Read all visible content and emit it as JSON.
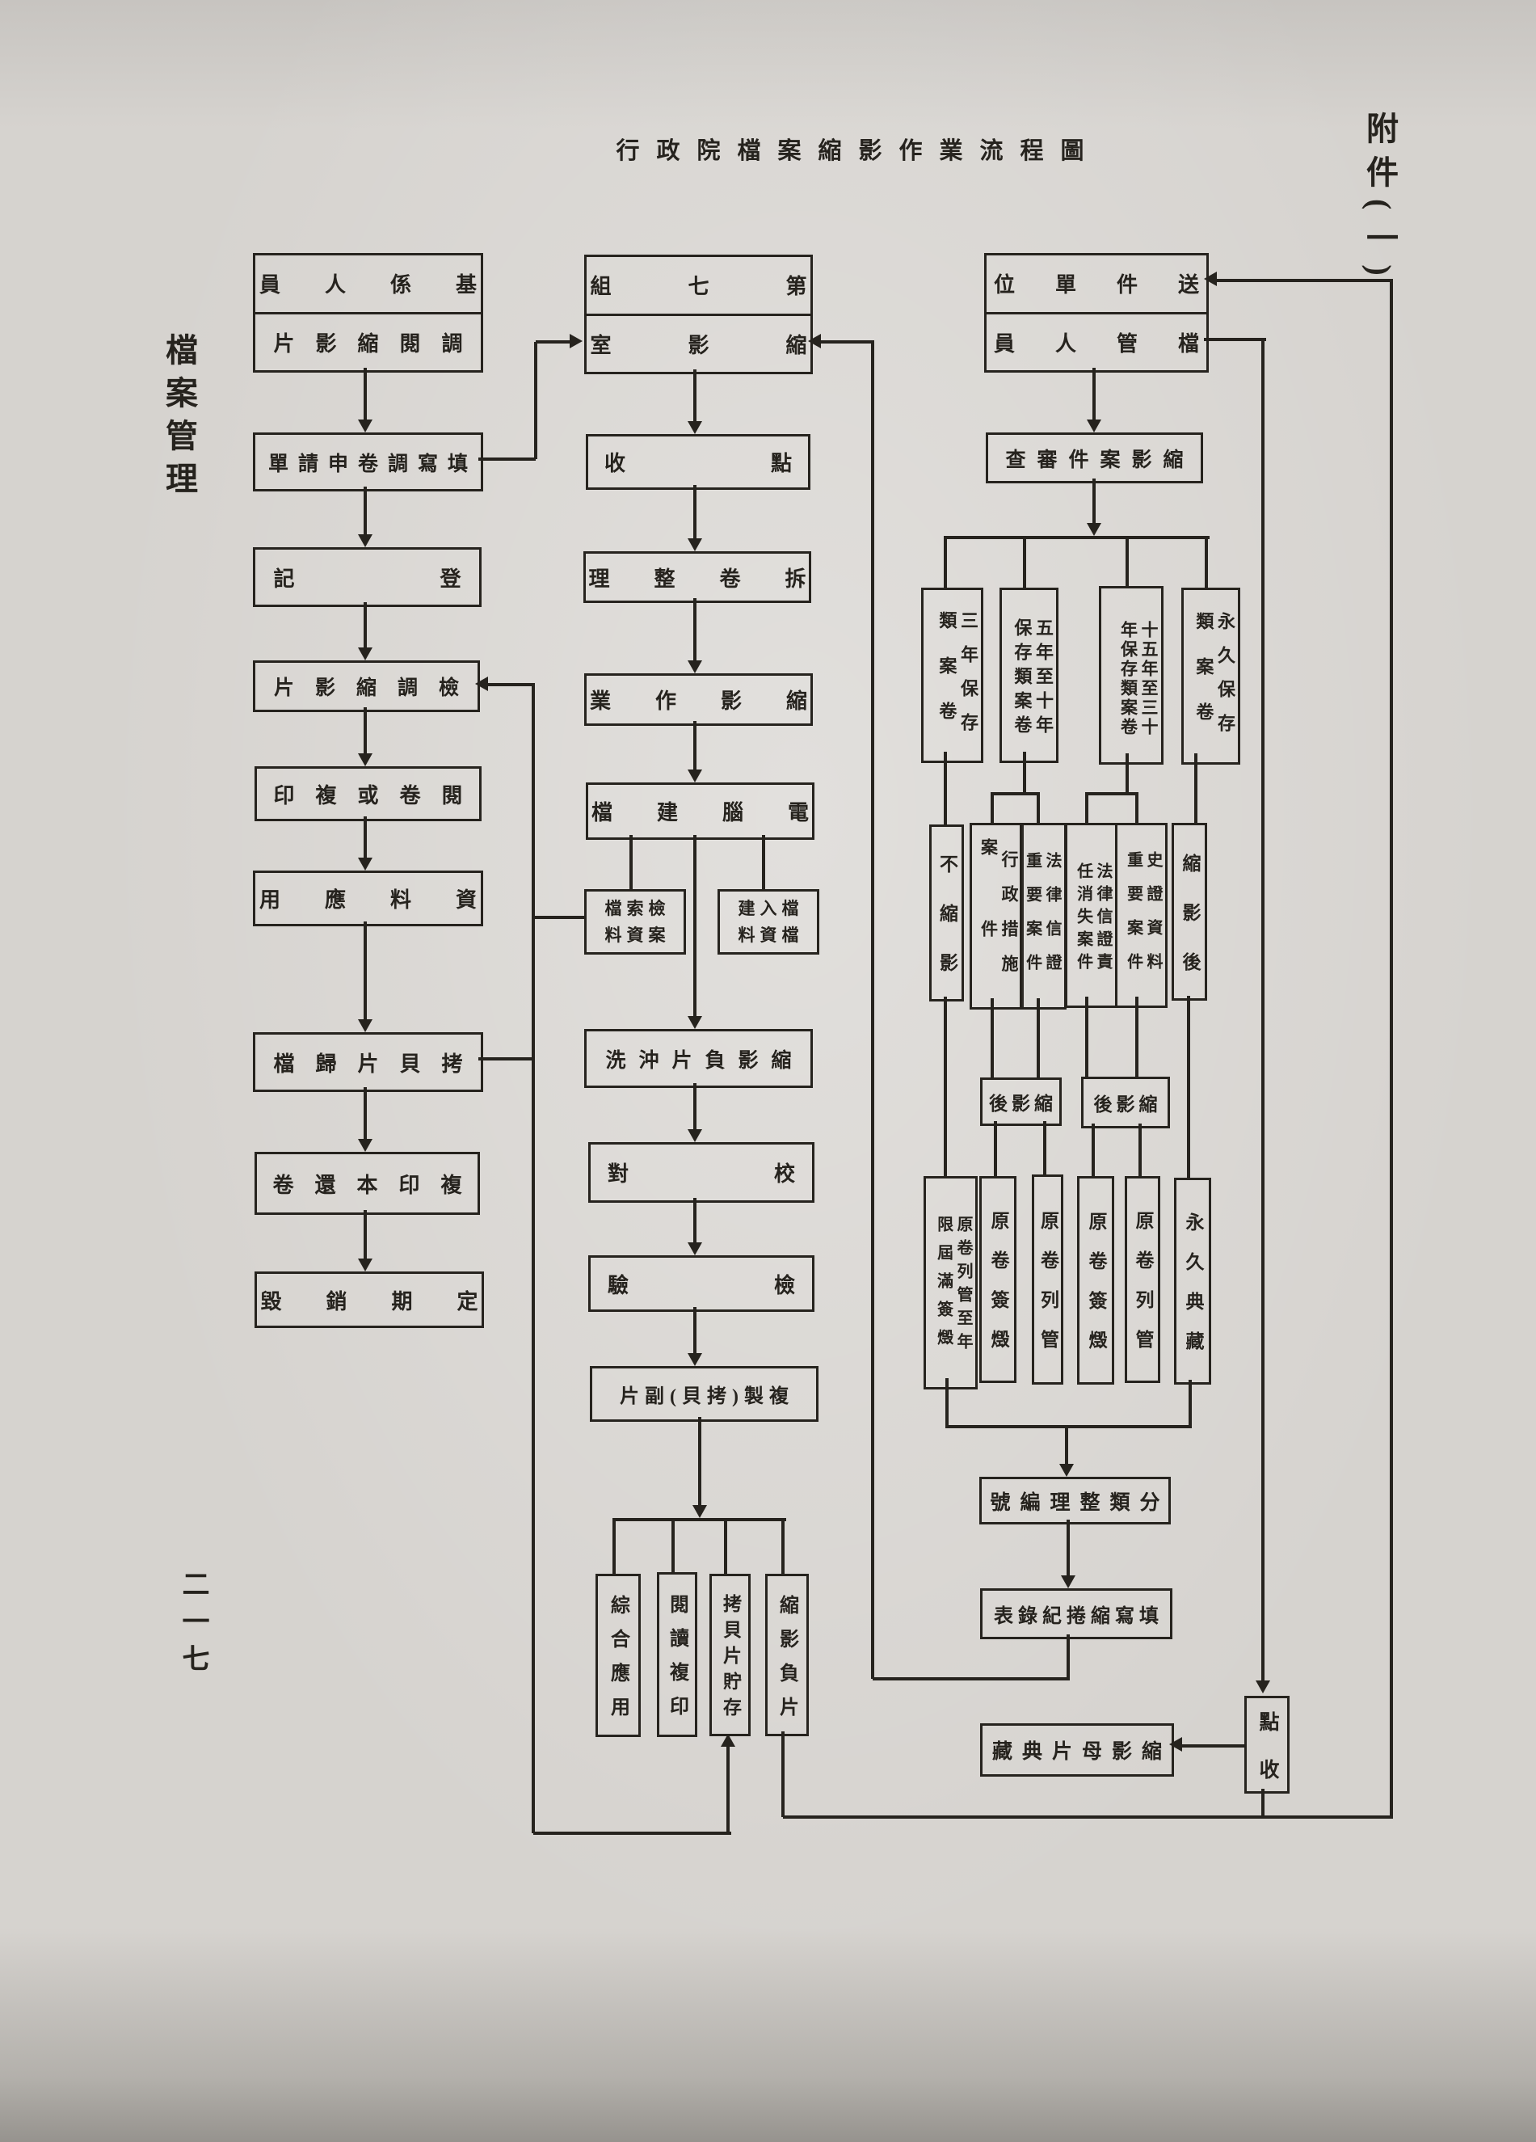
{
  "page": {
    "title": "行政院檔案縮影作業流程圖",
    "left_side_label": "檔案管理",
    "attachment_label": "附件(一)",
    "page_number": "二一七"
  },
  "colors": {
    "ink": "#26231e",
    "paper": "#d6d3cf"
  },
  "left_column": {
    "requester_box": {
      "row1": "員人係基",
      "row2": "片影縮閱調"
    },
    "fill_application": "單請申卷調寫填",
    "register": "記登",
    "retrieve_microfilm": "片影縮調檢",
    "read_or_copy": "印複或卷閱",
    "data_use": "用應料資",
    "copy_film_filing": "檔歸片貝拷",
    "copy_return": "卷還本印複",
    "scheduled_destruction": "毀銷期定"
  },
  "middle_column": {
    "unit_box": {
      "row1": "組七第",
      "row2": "室影縮"
    },
    "check_accept": "收點",
    "disassemble": "理整卷拆",
    "microfilming": "業作影縮",
    "computer_filing": "檔建腦電",
    "search_data": {
      "line1": "檔索檢",
      "line2": "料資案"
    },
    "input_data": {
      "line1": "建入檔",
      "line2": "料資檔"
    },
    "develop_negative": "洗沖片負影縮",
    "proofread": "對校",
    "inspect": "驗檢",
    "duplicate": "片副(貝拷)製複",
    "use_comprehensive": "綜合應用",
    "read_print": "閱讀複印",
    "copy_storage": "拷貝片貯存",
    "negative_film": "縮影負片"
  },
  "right_column": {
    "sender_box": {
      "row1": "位單件送",
      "row2": "員人管檔"
    },
    "review": "查審件案影縮",
    "retention": {
      "three_year": {
        "col_right": "三年保存",
        "col_left": "類案卷"
      },
      "five_to_ten": {
        "col_right": "五年至十年",
        "col_left": "保存類案卷"
      },
      "fifteen_to_thirty": {
        "col_right": "十五年至三十",
        "col_left": "年保存類案卷"
      },
      "permanent": {
        "col_right": "永久保存",
        "col_left": "類案卷"
      }
    },
    "criteria": {
      "no_microfilm": "不縮影",
      "admin_measure": {
        "col_right": "行政措施",
        "col_left": "案件"
      },
      "legal_evidence": {
        "col_right": "法律信證",
        "col_left": "重要案件"
      },
      "legal_lapsed": {
        "col_right": "法律信證責",
        "col_left": "任消失案件"
      },
      "historical": {
        "col_right": "史證資料",
        "col_left": "重要案件"
      }
    },
    "after_microfilm_left": "後影縮",
    "after_microfilm_right": "後影縮",
    "after_microfilm_vertical": "縮影後",
    "disposition": {
      "keep_until_expiry": {
        "col_right": "原卷列管至年",
        "col_left": "限屆滿簽燬"
      },
      "destroy1": "原卷簽燬",
      "keep1": "原卷列管",
      "destroy2": "原卷簽燬",
      "keep2": "原卷列管",
      "permanent_archive": "永久典藏"
    },
    "classify_number": "號編理整類分",
    "fill_record": "表錄紀捲縮寫填",
    "master_archive": "藏典片母影縮",
    "check_receive": "點收"
  }
}
